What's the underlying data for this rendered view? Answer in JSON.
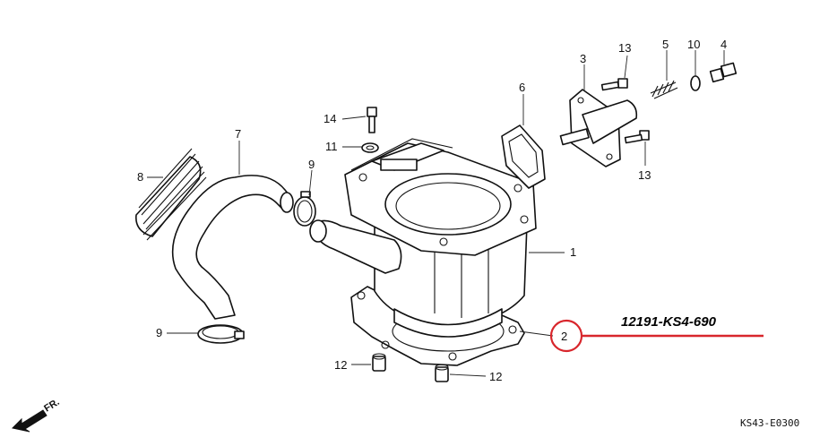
{
  "diagram": {
    "callouts": [
      {
        "id": "c1",
        "text": "1"
      },
      {
        "id": "c2",
        "text": "2"
      },
      {
        "id": "c3",
        "text": "3"
      },
      {
        "id": "c4",
        "text": "4"
      },
      {
        "id": "c5",
        "text": "5"
      },
      {
        "id": "c6",
        "text": "6"
      },
      {
        "id": "c7",
        "text": "7"
      },
      {
        "id": "c8",
        "text": "8"
      },
      {
        "id": "c9a",
        "text": "9"
      },
      {
        "id": "c9b",
        "text": "9"
      },
      {
        "id": "c10",
        "text": "10"
      },
      {
        "id": "c11",
        "text": "11"
      },
      {
        "id": "c12a",
        "text": "12"
      },
      {
        "id": "c12b",
        "text": "12"
      },
      {
        "id": "c13a",
        "text": "13"
      },
      {
        "id": "c13b",
        "text": "13"
      },
      {
        "id": "c14",
        "text": "14"
      }
    ],
    "highlight": {
      "part_number": "12191-KS4-690",
      "circle_color": "#d8262c",
      "line_color": "#d8262c"
    },
    "direction_label": "FR.",
    "reference_code": "KS43-E0300"
  }
}
